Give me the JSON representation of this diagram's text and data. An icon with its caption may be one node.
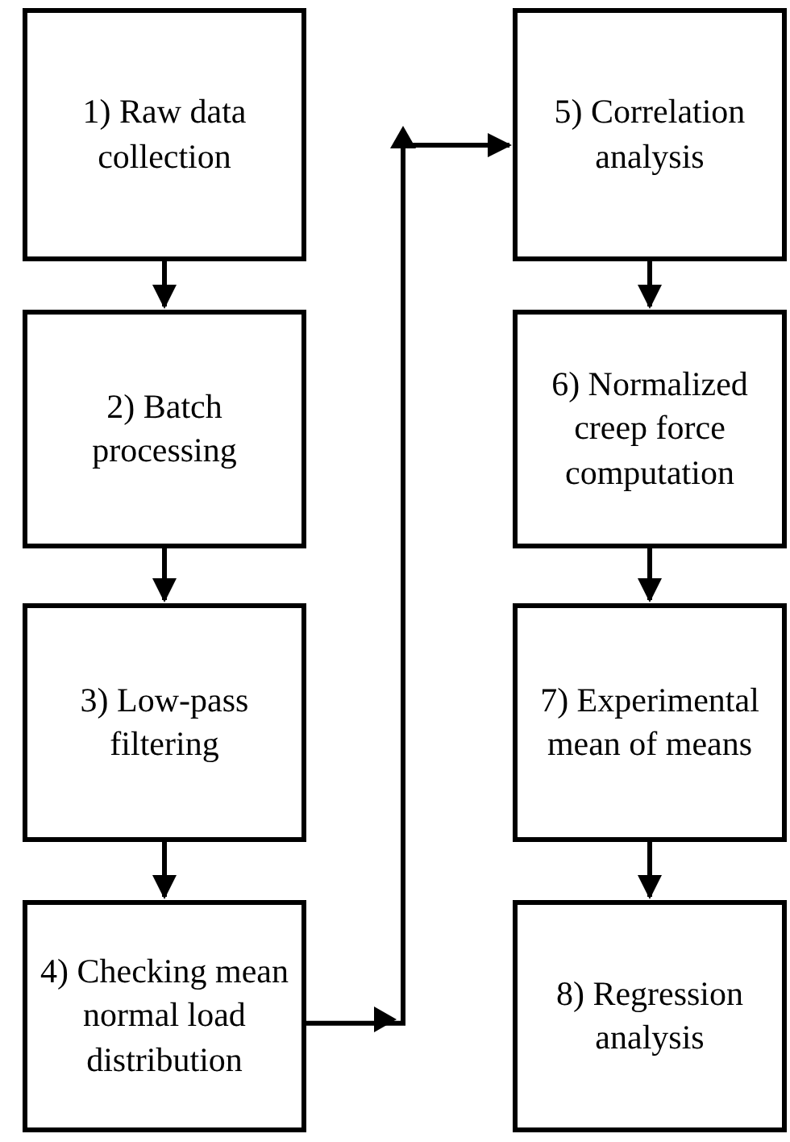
{
  "diagram": {
    "nodes": [
      {
        "text": [
          "1) Raw data collection"
        ]
      },
      {
        "text": [
          "2) Batch processing"
        ]
      },
      {
        "text": [
          "3) Low-pass filtering"
        ]
      },
      {
        "text": [
          "4) Checking mean normal load distribution"
        ]
      },
      {
        "text": [
          "5) Correlation analysis"
        ]
      },
      {
        "text": [
          "6) Normalized creep force computation"
        ]
      },
      {
        "text": [
          "7) Experimental mean of means"
        ]
      },
      {
        "text": [
          "8) Regression analysis"
        ]
      }
    ],
    "edges": [
      {
        "from": 0,
        "to": 1,
        "arrow": "to"
      },
      {
        "from": 1,
        "to": 2,
        "arrow": "to"
      },
      {
        "from": 2,
        "to": 3,
        "arrow": "to"
      },
      {
        "from": 3,
        "to": 4,
        "arrow": "to"
      },
      {
        "from": 4,
        "to": 5,
        "arrow": "to"
      },
      {
        "from": 5,
        "to": 6,
        "arrow": "to"
      },
      {
        "from": 6,
        "to": 7,
        "arrow": "to"
      }
    ]
  }
}
